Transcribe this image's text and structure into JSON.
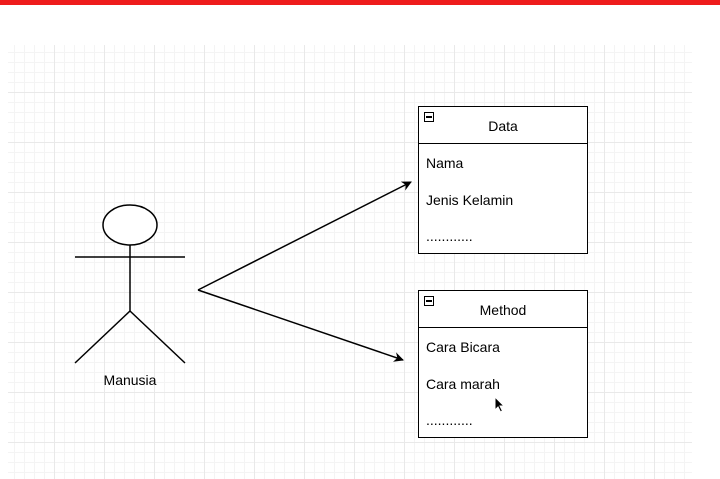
{
  "colors": {
    "accent_bar": "#ee1c1c",
    "stroke": "#000000"
  },
  "actor": {
    "label": "Manusia"
  },
  "classes": [
    {
      "title": "Data",
      "attributes": [
        "Nama",
        "Jenis Kelamin",
        "............"
      ]
    },
    {
      "title": "Method",
      "attributes": [
        "Cara Bicara",
        "Cara marah",
        "............"
      ]
    }
  ],
  "icons": {
    "collapse": "collapse-minus-icon",
    "cursor": "mouse-pointer-icon"
  }
}
